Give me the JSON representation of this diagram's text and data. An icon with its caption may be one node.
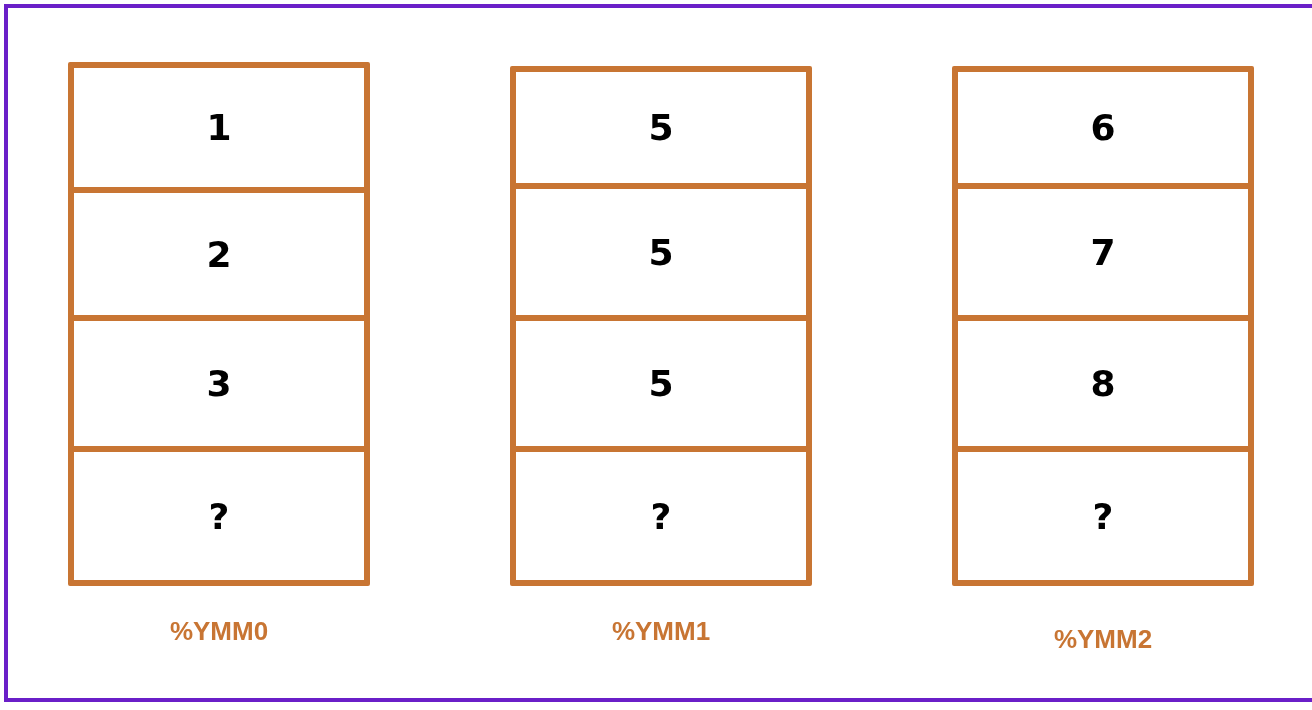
{
  "diagram": {
    "nodes": [
      {
        "text": [
          "%YMM0"
        ]
      },
      {
        "text": [
          "1"
        ],
        "in": 0
      },
      {
        "text": [
          "2"
        ],
        "in": 0
      },
      {
        "text": [
          "3"
        ],
        "in": 0
      },
      {
        "text": [
          "?"
        ],
        "in": 0
      },
      {
        "text": [
          "%YMM1"
        ]
      },
      {
        "text": [
          "5"
        ],
        "in": 5
      },
      {
        "text": [
          "5"
        ],
        "in": 5
      },
      {
        "text": [
          "5"
        ],
        "in": 5
      },
      {
        "text": [
          "?"
        ],
        "in": 5
      },
      {
        "text": [
          "%YMM2"
        ]
      },
      {
        "text": [
          "6"
        ],
        "in": 10
      },
      {
        "text": [
          "7"
        ],
        "in": 10
      },
      {
        "text": [
          "8"
        ],
        "in": 10
      },
      {
        "text": [
          "?"
        ],
        "in": 10
      }
    ]
  }
}
